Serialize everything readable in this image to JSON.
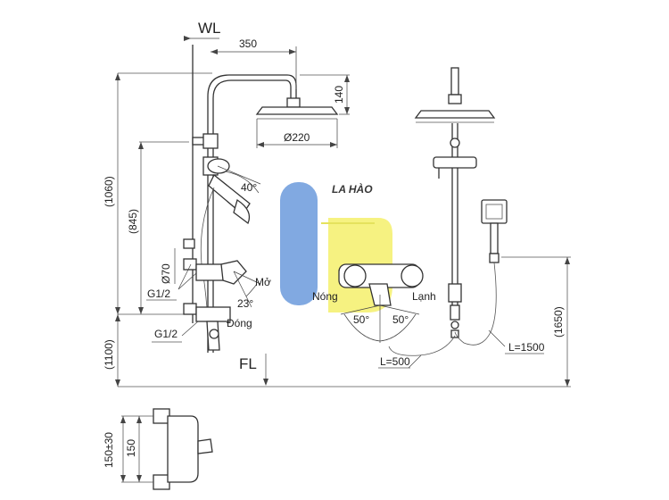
{
  "labels": {
    "wl": "WL",
    "fl": "FL",
    "dim_350": "350",
    "dim_140": "140",
    "dim_220": "Ø220",
    "dim_1060": "(1060)",
    "dim_845": "(845)",
    "dim_1100": "(1100)",
    "dim_1650": "(1650)",
    "angle_40": "40°",
    "angle_23": "23°",
    "angle_50_left": "50°",
    "angle_50_right": "50°",
    "dim_70": "Ø70",
    "g12_upper": "G1/2",
    "g12_lower": "G1/2",
    "open": "Mở",
    "closed": "Đóng",
    "hot": "Nóng",
    "cold": "Lạnh",
    "hose_500": "L=500",
    "hose_1500": "L=1500",
    "dim_150": "150",
    "dim_150_tol": "150±30",
    "brand": "LA HÀO"
  },
  "colors": {
    "logo_blue": "#5a8fd8",
    "logo_yellow": "#f3ef5a",
    "logo_text": "#2a6fd6",
    "line": "#333333"
  }
}
